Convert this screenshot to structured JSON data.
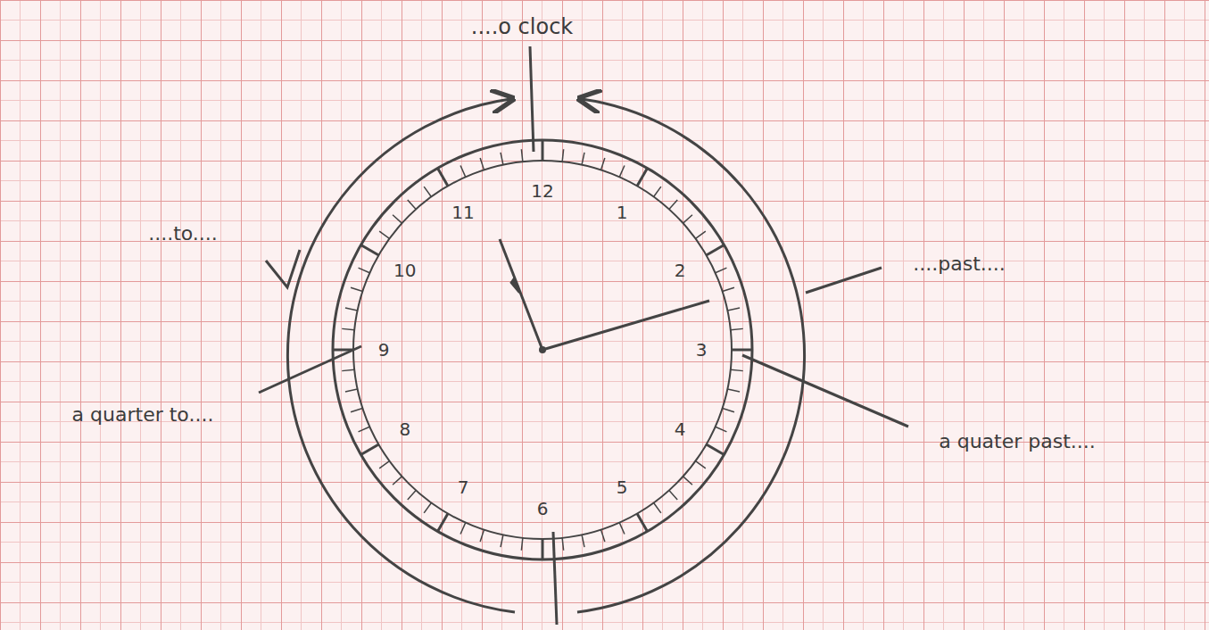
{
  "diagram": {
    "labels": [
      "....o clock",
      "....to....",
      "....past....",
      "a quarter to....",
      "a quater past....",
      "12",
      "1",
      "2",
      "3",
      "4",
      "5",
      "6",
      "7",
      "8",
      "9",
      "10",
      "11"
    ]
  }
}
